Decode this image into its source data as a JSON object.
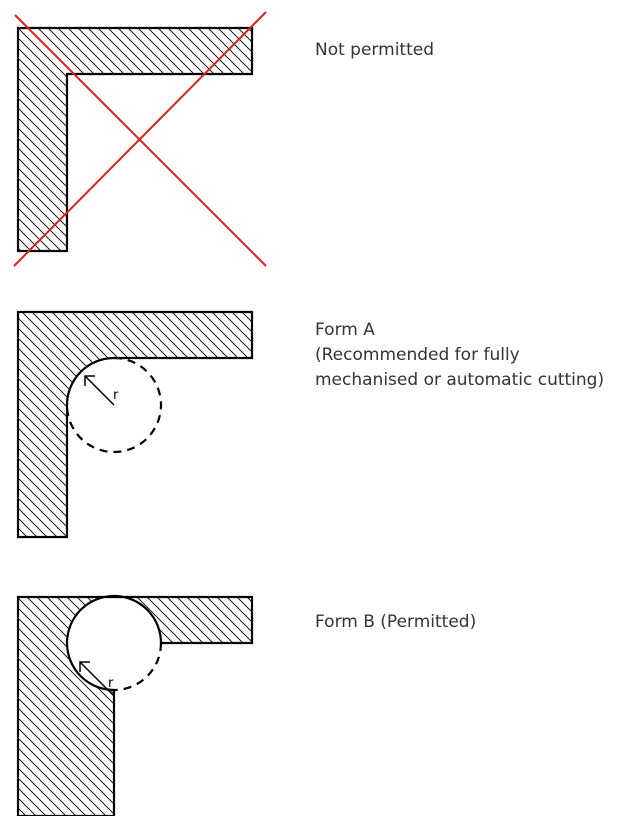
{
  "figures": [
    {
      "lines": [
        "Not permitted"
      ],
      "radius_label": ""
    },
    {
      "lines": [
        "Form A",
        "(Recommended for fully",
        "mechanised or automatic cutting)"
      ],
      "radius_label": "r"
    },
    {
      "lines": [
        "Form B (Permitted)"
      ],
      "radius_label": "r"
    }
  ],
  "colors": {
    "outline": "#000000",
    "hatch": "#000000",
    "cross": "#e0201f",
    "text": "#333333"
  }
}
